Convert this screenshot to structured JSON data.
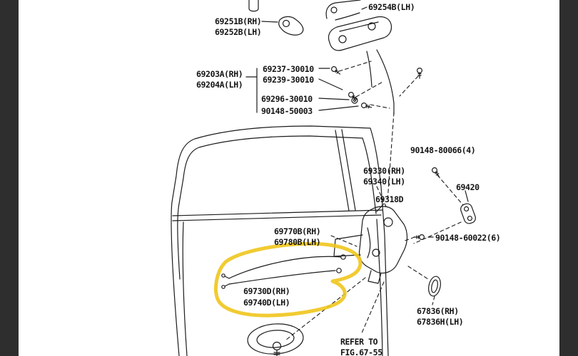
{
  "palette": {
    "background": "#FFFFFF",
    "line": "#1C1C1C",
    "edge_bar": "#2E2E2E"
  },
  "highlight": {
    "color": "#EFC51C"
  },
  "labels": {
    "p69254b_lh": "69254B(LH)",
    "p69251b_rh": "69251B(RH)",
    "p69252b_lh": "69252B(LH)",
    "p69203a_rh": "69203A(RH)",
    "p69204a_lh": "69204A(LH)",
    "p69237": "69237-30010",
    "p69239": "69239-30010",
    "p69296": "69296-30010",
    "p90148_50003": "90148-50003",
    "p90148_80066": "90148-80066(4)",
    "p69330_rh": "69330(RH)",
    "p69340_lh": "69340(LH)",
    "p69420": "69420",
    "p69318d": "69318D",
    "p69770b_rh": "69770B(RH)",
    "p69780b_lh": "69780B(LH)",
    "p90148_60022": "90148-60022(6)",
    "p69730d_rh": "69730D(RH)",
    "p69740d_lh": "69740D(LH)",
    "p67836_rh": "67836(RH)",
    "p67836h_lh": "67836H(LH)"
  },
  "note": {
    "line1": "REFER TO",
    "line2": "FIG.67-55"
  }
}
